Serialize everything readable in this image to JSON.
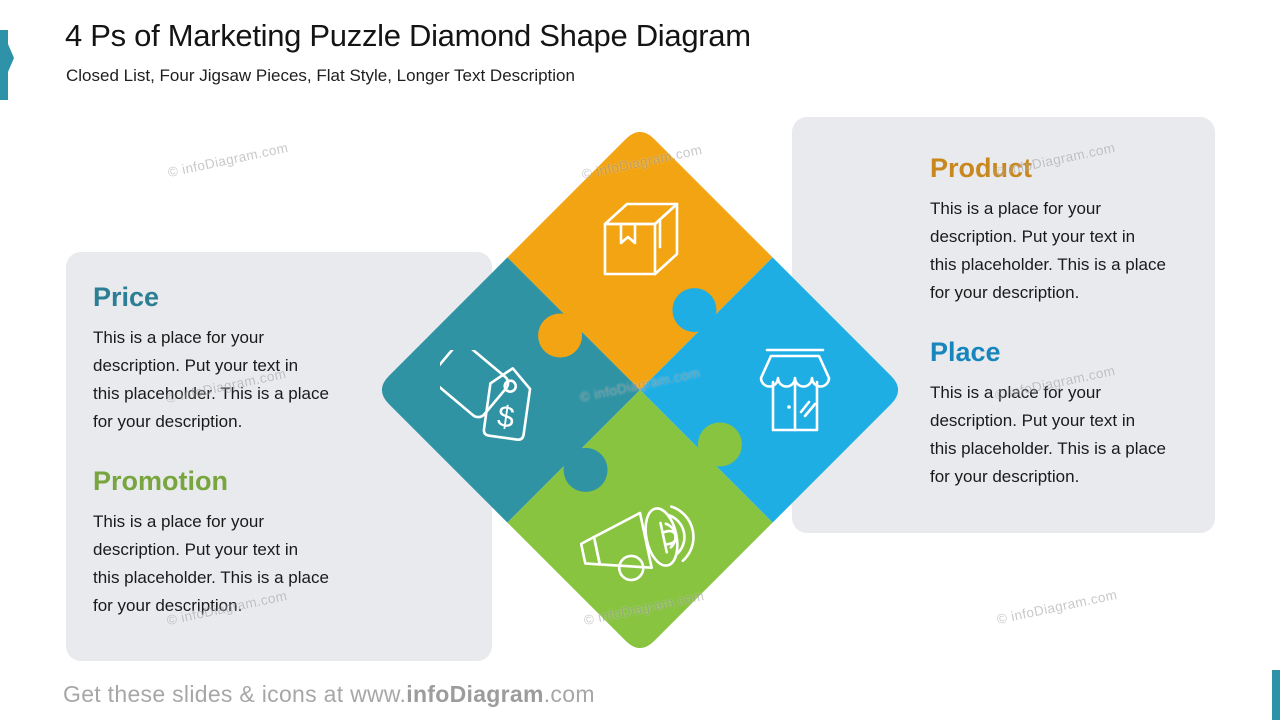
{
  "header": {
    "title": "4 Ps of Marketing Puzzle Diamond Shape Diagram",
    "subtitle": "Closed List, Four Jigsaw Pieces, Flat Style, Longer Text Description"
  },
  "watermark_text": "© infoDiagram.com",
  "panels": {
    "left": {
      "sections": [
        {
          "heading": "Price",
          "description": "This is a place for your\ndescription. Put your text in\nthis placeholder. This is a place\nfor your description."
        },
        {
          "heading": "Promotion",
          "description": "This is a place for your\ndescription. Put your text in\nthis placeholder. This is a place\nfor your description."
        }
      ]
    },
    "right": {
      "sections": [
        {
          "heading": "Product",
          "description": "This is a place for your\ndescription. Put your text in\nthis placeholder. This is a place\nfor your description."
        },
        {
          "heading": "Place",
          "description": "This is a place for your\ndescription. Put your text in\nthis placeholder. This is a place\nfor your description."
        }
      ]
    }
  },
  "puzzle": {
    "pieces": [
      {
        "label": "Product",
        "position": "top",
        "icon": "package-box-icon"
      },
      {
        "label": "Price",
        "position": "left",
        "icon": "price-tags-icon"
      },
      {
        "label": "Place",
        "position": "right",
        "icon": "storefront-icon"
      },
      {
        "label": "Promotion",
        "position": "bottom",
        "icon": "megaphone-icon"
      }
    ]
  },
  "footer": {
    "prefix": "Get these slides & icons at www.",
    "brand": "infoDiagram",
    "suffix": ".com"
  },
  "colors": {
    "accent_teal": "#2E93A8",
    "product_piece": "#F2A413",
    "price_piece": "#2F93A3",
    "place_piece": "#1FAEE4",
    "promotion_piece": "#88C440",
    "product_heading": "#C9881E",
    "price_heading": "#2C7E95",
    "place_heading": "#1886BC",
    "promotion_heading": "#79A53E",
    "panel_bg": "#E8EAEE",
    "body_text": "#1A1A1A",
    "footer_text": "#A7A7A7",
    "icon_stroke": "#FFFFFF"
  }
}
